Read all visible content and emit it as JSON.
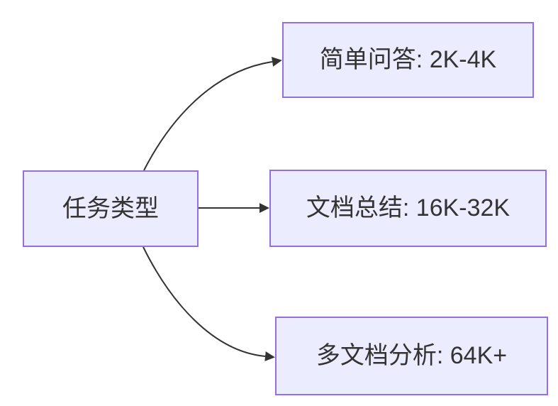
{
  "diagram": {
    "source_node": {
      "label": "任务类型"
    },
    "target_nodes": [
      {
        "label": "简单问答: 2K-4K"
      },
      {
        "label": "文档总结: 16K-32K"
      },
      {
        "label": "多文档分析: 64K+"
      }
    ],
    "edges": [
      {
        "from": "任务类型",
        "to": "简单问答: 2K-4K"
      },
      {
        "from": "任务类型",
        "to": "文档总结: 16K-32K"
      },
      {
        "from": "任务类型",
        "to": "多文档分析: 64K+"
      }
    ]
  },
  "colors": {
    "background": "#ffffff",
    "node_fill": "#ececff",
    "node_border": "#9370db",
    "edge": "#333333",
    "text": "#333333"
  }
}
